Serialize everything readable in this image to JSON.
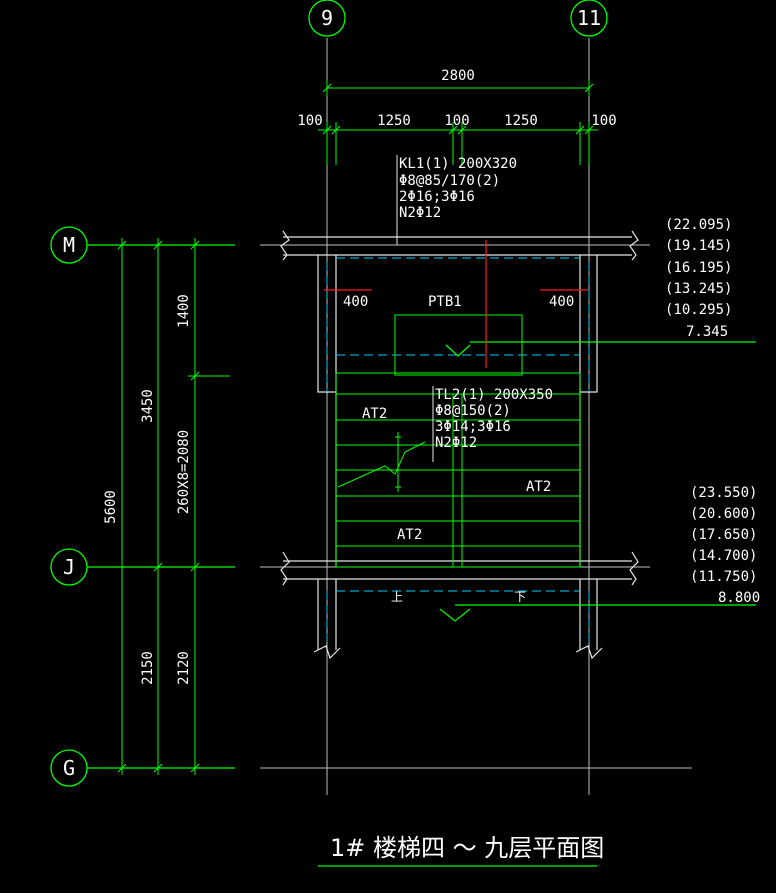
{
  "colors": {
    "background": "#000000",
    "green": "#00ff00",
    "white": "#ffffff",
    "wall": "#e6e6e6",
    "cyan": "#00ccff",
    "red": "#ff1a1a",
    "gray": "#bfbfbf"
  },
  "axes": {
    "top": [
      "9",
      "11"
    ],
    "left": [
      "M",
      "J",
      "G"
    ]
  },
  "dims": {
    "overall_width": "2800",
    "segments": [
      "100",
      "1250",
      "100",
      "1250",
      "100"
    ],
    "left_outer": "5600",
    "left_mid_upper": "3450",
    "left_mid_lower": "2150",
    "left_inner_top": "1400",
    "left_inner_stairs": "260X8=2080",
    "left_inner_bottom": "2120"
  },
  "annotations": {
    "kl1": [
      "KL1(1) 200X320",
      "Φ8@85/170(2)",
      "2Φ16;3Φ16",
      "N2Φ12"
    ],
    "tl2": [
      "TL2(1) 200X350",
      "Φ8@150(2)",
      "3Φ14;3Φ16",
      "N2Φ12"
    ],
    "ptb": "PTB1",
    "dim_400_left": "400",
    "dim_400_right": "400",
    "at2_top_left": "AT2",
    "at2_right": "AT2",
    "at2_bottom_left": "AT2"
  },
  "elevations": {
    "upper": [
      "(22.095)",
      "(19.145)",
      "(16.195)",
      "(13.245)",
      "(10.295)",
      "7.345"
    ],
    "lower": [
      "(23.550)",
      "(20.600)",
      "(17.650)",
      "(14.700)",
      "(11.750)",
      "8.800"
    ]
  },
  "arrows": {
    "up": "上",
    "down": "下"
  },
  "title": "1# 楼梯四 ～ 九层平面图"
}
